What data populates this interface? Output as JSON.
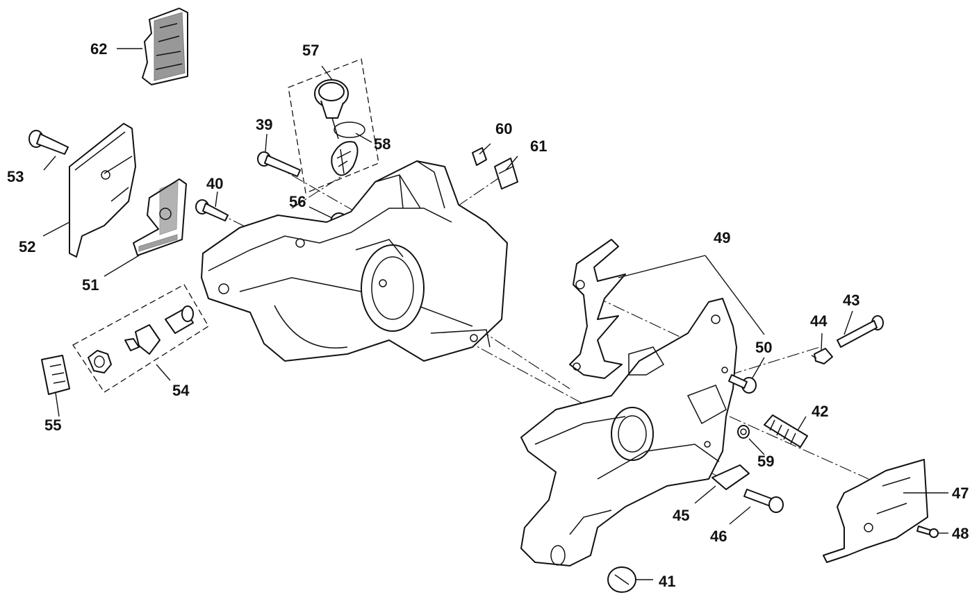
{
  "callouts": [
    {
      "id": "c39",
      "text": "39"
    },
    {
      "id": "c40",
      "text": "40"
    },
    {
      "id": "c41",
      "text": "41"
    },
    {
      "id": "c42",
      "text": "42"
    },
    {
      "id": "c43",
      "text": "43"
    },
    {
      "id": "c44",
      "text": "44"
    },
    {
      "id": "c45",
      "text": "45"
    },
    {
      "id": "c46",
      "text": "46"
    },
    {
      "id": "c47",
      "text": "47"
    },
    {
      "id": "c48",
      "text": "48"
    },
    {
      "id": "c49",
      "text": "49"
    },
    {
      "id": "c50",
      "text": "50"
    },
    {
      "id": "c51",
      "text": "51"
    },
    {
      "id": "c52",
      "text": "52"
    },
    {
      "id": "c53",
      "text": "53"
    },
    {
      "id": "c54",
      "text": "54"
    },
    {
      "id": "c55",
      "text": "55"
    },
    {
      "id": "c56",
      "text": "56"
    },
    {
      "id": "c57",
      "text": "57"
    },
    {
      "id": "c58",
      "text": "58"
    },
    {
      "id": "c59",
      "text": "59"
    },
    {
      "id": "c60",
      "text": "60"
    },
    {
      "id": "c61",
      "text": "61"
    },
    {
      "id": "c62",
      "text": "62"
    }
  ]
}
